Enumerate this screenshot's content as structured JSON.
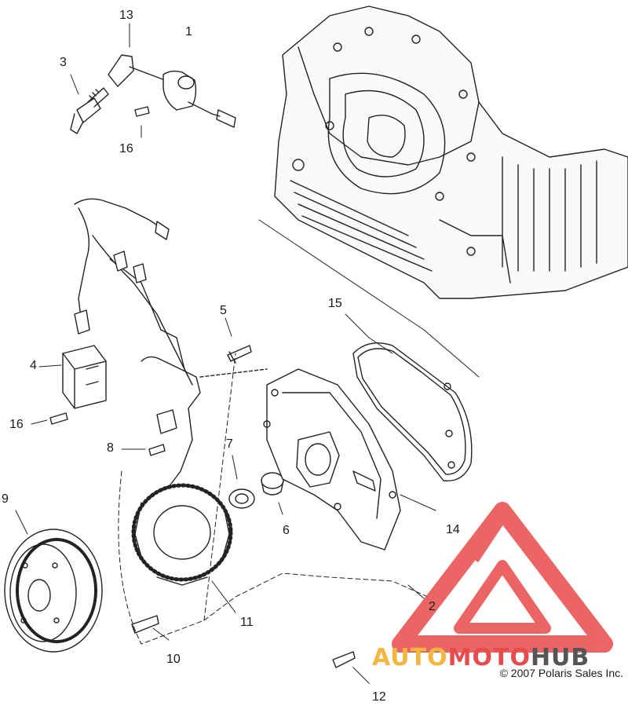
{
  "diagram": {
    "callouts": [
      {
        "id": "c1",
        "label": "1"
      },
      {
        "id": "c2",
        "label": "2"
      },
      {
        "id": "c3",
        "label": "3"
      },
      {
        "id": "c4",
        "label": "4"
      },
      {
        "id": "c5",
        "label": "5"
      },
      {
        "id": "c6",
        "label": "6"
      },
      {
        "id": "c7",
        "label": "7"
      },
      {
        "id": "c8",
        "label": "8"
      },
      {
        "id": "c9",
        "label": "9"
      },
      {
        "id": "c10",
        "label": "10"
      },
      {
        "id": "c11",
        "label": "11"
      },
      {
        "id": "c12",
        "label": "12"
      },
      {
        "id": "c13",
        "label": "13"
      },
      {
        "id": "c14",
        "label": "14"
      },
      {
        "id": "c15",
        "label": "15"
      },
      {
        "id": "c16a",
        "label": "16"
      },
      {
        "id": "c16b",
        "label": "16"
      }
    ],
    "copyright": "© 2007 Polaris Sales Inc.",
    "watermark": {
      "part_a": "AUTO",
      "part_b": "MOTO",
      "part_c": "HUB"
    },
    "colors": {
      "line": "#222222",
      "watermark_red": "#e84b4b",
      "watermark_orange": "#f3b640",
      "watermark_gray": "#555555"
    }
  }
}
